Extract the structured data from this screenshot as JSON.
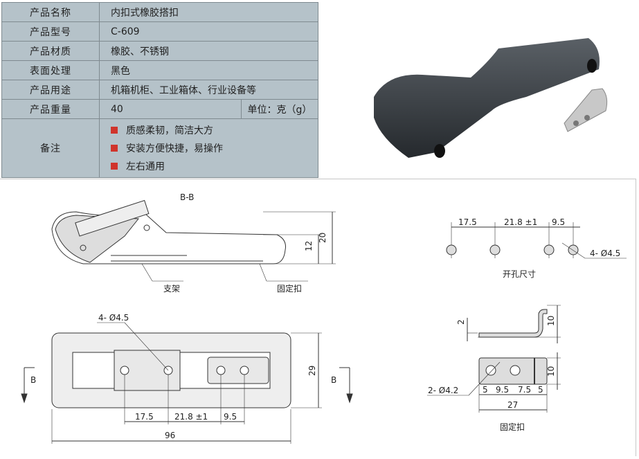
{
  "spec": {
    "rows": [
      {
        "label": "产品名称",
        "value": "内扣式橡胶搭扣"
      },
      {
        "label": "产品型号",
        "value": "C-609"
      },
      {
        "label": "产品材质",
        "value": "橡胶、不锈钢"
      },
      {
        "label": "表面处理",
        "value": "黑色"
      },
      {
        "label": "产品用途",
        "value": "机箱机柜、工业箱体、行业设备等"
      }
    ],
    "weight": {
      "label": "产品重量",
      "value": "40",
      "unit": "单位：克（g）"
    },
    "notes": {
      "label": "备注",
      "items": [
        "质感柔韧，简洁大方",
        "安装方便快捷，易操作",
        "左右通用"
      ]
    }
  },
  "drawing": {
    "section_title": "B-B",
    "bracket_label": "支架",
    "clip_label": "固定扣",
    "dim_20": "20",
    "dim_12": "12",
    "holes_label": "4- Ø4.5",
    "dim_29": "29",
    "dim_96": "96",
    "dim_17_5": "17.5",
    "dim_21_8": "21.8 ±1",
    "dim_9_5": "9.5",
    "section_mark": "B",
    "hole_pattern_title": "开孔尺寸",
    "clip_dim_2": "2",
    "clip_dim_10": "10",
    "clip_holes": "2- Ø4.2",
    "clip_dims": [
      "5",
      "9.5",
      "7.5",
      "5"
    ],
    "clip_width": "27",
    "clip_title": "固定扣"
  }
}
